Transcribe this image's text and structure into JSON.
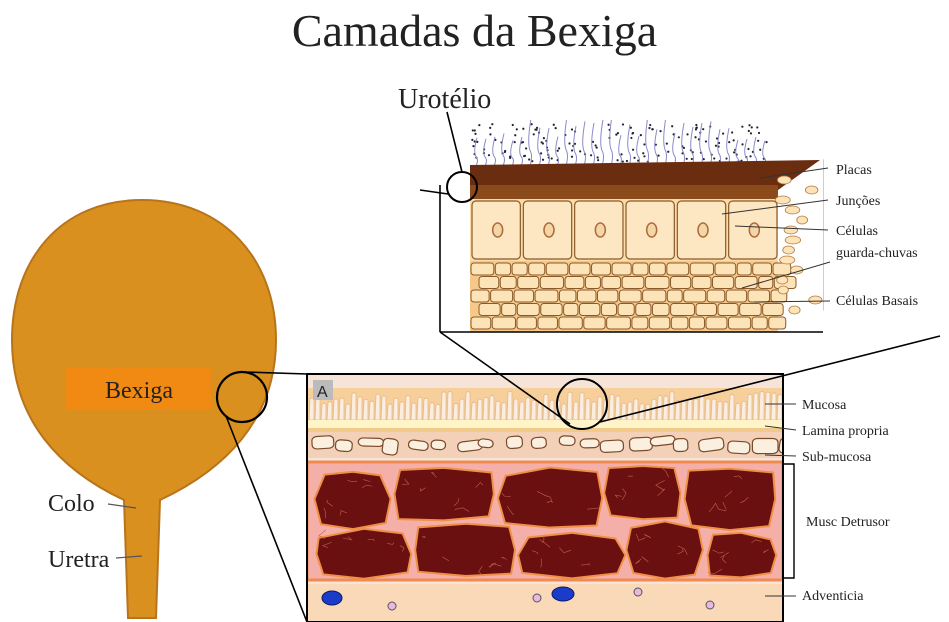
{
  "title": "Camadas da Bexiga",
  "organ": {
    "bladder_label": "Bexiga",
    "neck_label": "Colo",
    "urethra_label": "Uretra"
  },
  "urothelium": {
    "label": "Urotélio",
    "layers": [
      "Placas",
      "Junções",
      "Células",
      "guarda-chuvas",
      "Células Basais"
    ]
  },
  "section": {
    "panel_letter": "A",
    "layers": [
      "Mucosa",
      "Lamina propria",
      "Sub-mucosa",
      "Musc Detrusor",
      "Adventicia"
    ]
  },
  "colors": {
    "bladder": "#d9901f",
    "bladder_edge": "#b8741a",
    "label_box": "#f08a12",
    "muscle": "#6b1010",
    "mucosa": "#f6cf9a",
    "pink_bg": "#f4b0a8"
  }
}
